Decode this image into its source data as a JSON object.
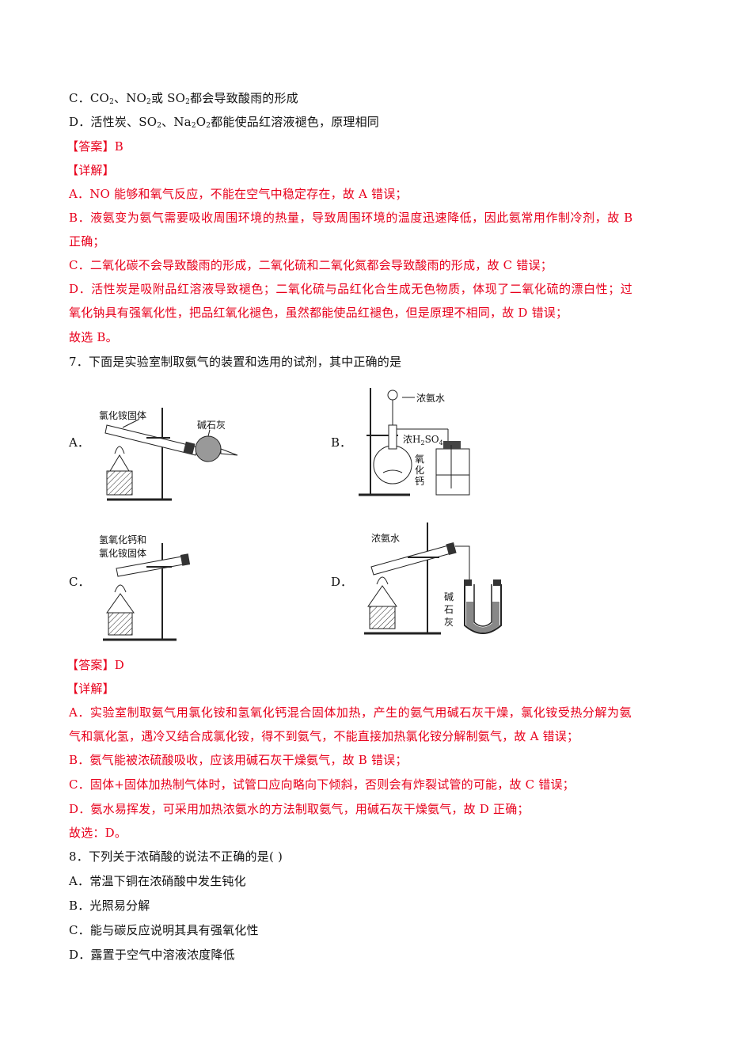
{
  "q6": {
    "optC": [
      "C．CO",
      "2",
      "、NO",
      "2",
      "或 SO",
      "2",
      "都会导致酸雨的形成"
    ],
    "optD": [
      "D．活性炭、SO",
      "2",
      "、Na",
      "2",
      "O",
      "2",
      "都能使品红溶液褪色，原理相同"
    ],
    "answer": "【答案】B",
    "detail_label": "【详解】",
    "explanation": [
      "A．NO 能够和氧气反应，不能在空气中稳定存在，故 A 错误；",
      "B．液氨变为氨气需要吸收周围环境的热量，导致周围环境的温度迅速降低，因此氨常用作制冷剂，故 B",
      "正确；",
      "C．二氧化碳不会导致酸雨的形成，二氧化硫和二氧化氮都会导致酸雨的形成，故 C 错误；",
      "D．活性炭是吸附品红溶液导致褪色；二氧化硫与品红化合生成无色物质，体现了二氧化硫的漂白性；过",
      "氧化钠具有强氧化性，把品红氧化褪色，虽然都能使品红褪色，但是原理不相同，故 D 错误；",
      "故选 B。"
    ]
  },
  "q7": {
    "stem": "7．下面是实验室制取氨气的装置和选用的试剂，其中正确的是",
    "options": {
      "A": {
        "label": "A．",
        "reagent1": "氯化铵固体",
        "reagent2": "碱石灰"
      },
      "B": {
        "label": "B．",
        "reagent1": "浓氨水",
        "reagent2": [
          "浓H",
          "2",
          "SO",
          "4"
        ],
        "reagent3": [
          "氧",
          "化",
          "钙"
        ]
      },
      "C": {
        "label": "C．",
        "reagent1": "氢氧化钙和",
        "reagent2": "氯化铵固体"
      },
      "D": {
        "label": "D．",
        "reagent1": "浓氨水",
        "reagent2": [
          "碱",
          "石",
          "灰"
        ]
      }
    },
    "answer": "【答案】D",
    "detail_label": "【详解】",
    "explanation": [
      "A．实验室制取氨气用氯化铵和氢氧化钙混合固体加热，产生的氨气用碱石灰干燥，氯化铵受热分解为氨",
      "气和氯化氢，遇冷又结合成氯化铵，得不到氨气，不能直接加热氯化铵分解制氨气，故 A 错误；",
      "B．氨气能被浓硫酸吸收，应该用碱石灰干燥氨气，故 B 错误；",
      "C．固体+固体加热制气体时，试管口应向略向下倾斜，否则会有炸裂试管的可能，故 C 错误；",
      "D．氨水易挥发，可采用加热浓氨水的方法制取氨气，用碱石灰干燥氨气，故 D 正确；",
      "故选：D。"
    ]
  },
  "q8": {
    "stem": "8．下列关于浓硝酸的说法不正确的是(    )",
    "options": [
      "A．常温下铜在浓硝酸中发生钝化",
      "B．光照易分解",
      "C．能与碳反应说明其具有强氧化性",
      "D．露置于空气中溶液浓度降低"
    ]
  },
  "colors": {
    "text": "#111111",
    "explanation": "#e8001c"
  }
}
